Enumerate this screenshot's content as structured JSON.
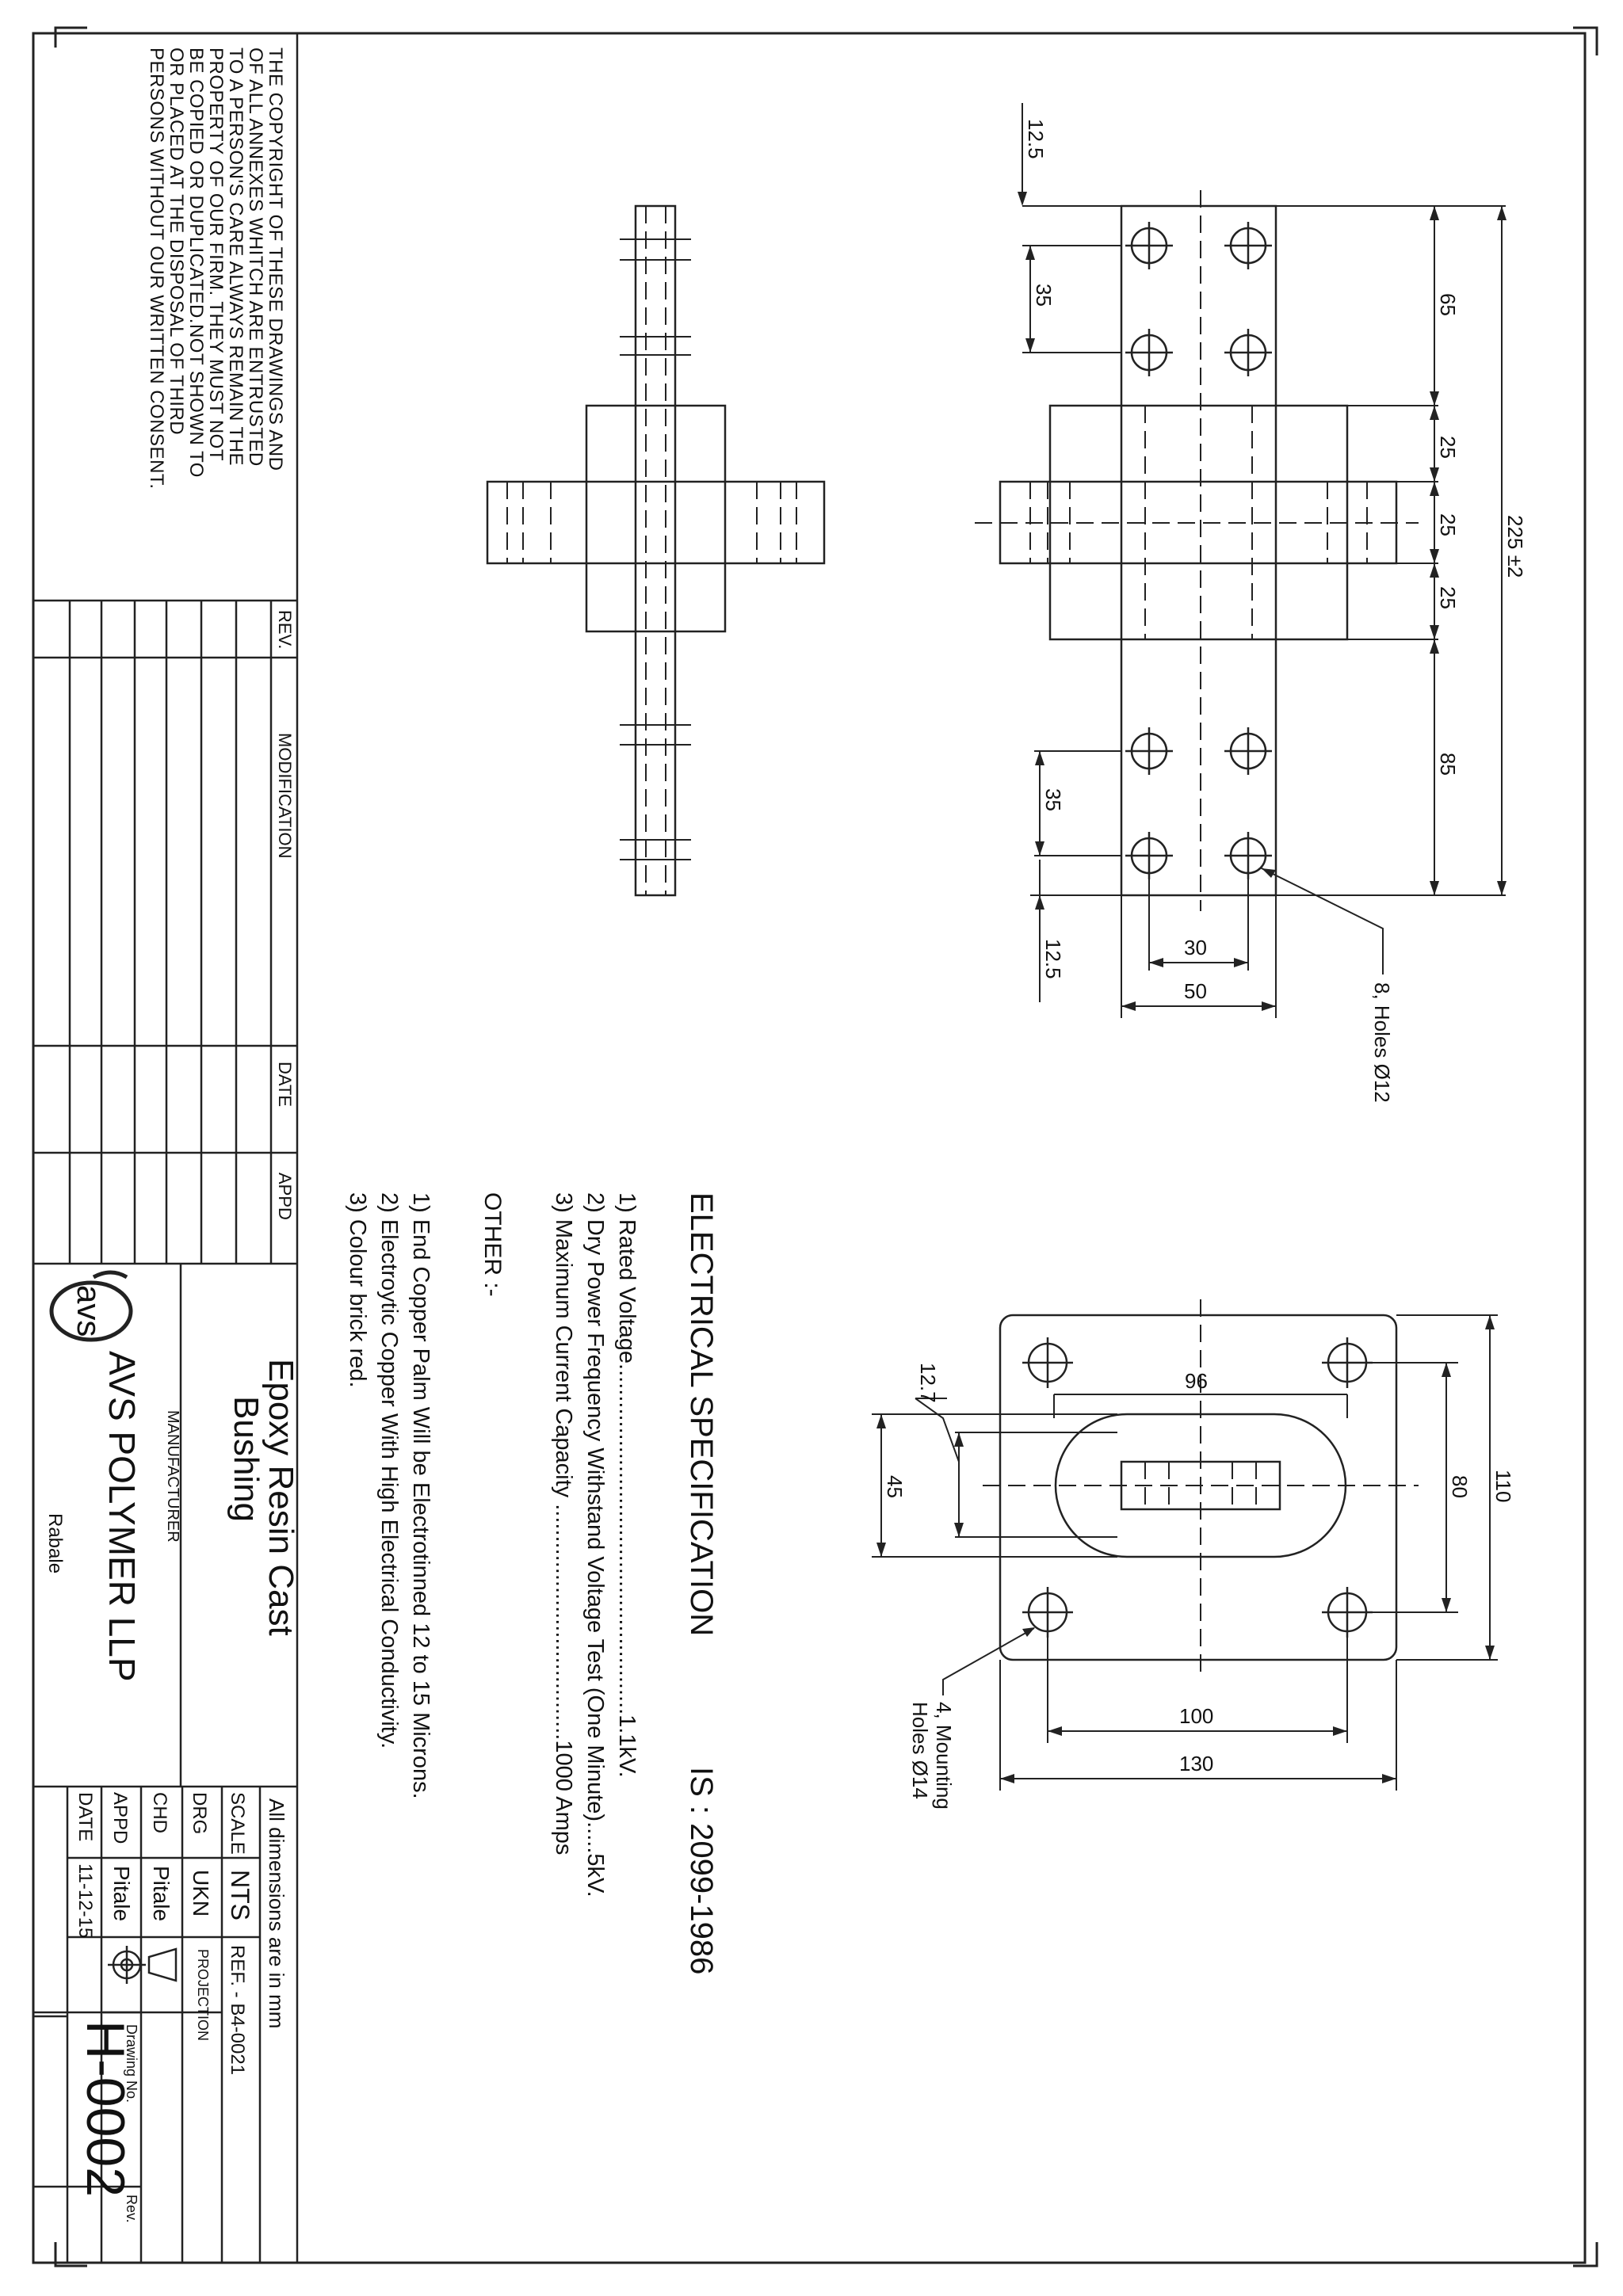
{
  "copyright": {
    "lines": [
      "THE COPYRIGHT OF THESE DRAWINGS AND",
      "OF ALL  ANNEXES WHITCH ARE ENTRUSTED",
      "TO A PERSON'S CARE ALWAYS REMAIN THE",
      "PROPERTY OF OUR FIRM. THEY MUST NOT",
      "BE COPIED OR DUPLICATED.NOT SHOWN TO",
      "OR PLACED AT THE DISPOSAL OF THIRD",
      "PERSONS WITHOUT OUR WRITTEN CONSENT."
    ]
  },
  "revision_table": {
    "rev": "REV.",
    "modification": "MODIFICATION",
    "date": "DATE",
    "appd": "APPD"
  },
  "title_block": {
    "title_line1": "Epoxy Resin Cast",
    "title_line2": "Bushing",
    "manufacturer_label": "MANUFACTURER",
    "logo_text": "avs",
    "company": "AVS POLYMER LLP",
    "location": "Rabale",
    "dimensions_note": "All dimensions are in mm",
    "scale_label": "SCALE",
    "scale_value": "NTS",
    "ref": "REF. - B4-0021",
    "drg_label": "DRG",
    "drg_value": "UKN",
    "projection_label": "PROJECTION",
    "chd_label": "CHD",
    "chd_value": "Pitale",
    "appd_label": "APPD",
    "appd_value": "Pitale",
    "drawing_no_label": "Drawing No.",
    "rev_label": "Rev.",
    "date_label": "DATE",
    "date_value": "11-12-15",
    "drawing_no": "H-0002"
  },
  "specification": {
    "heading": "ELECTRICAL SPECIFICATION",
    "standard": "IS : 2099-1986",
    "items": [
      "1) Rated Voltage.......................................................1.1kV.",
      "2) Dry Power Frequency Withstand Voltage Test (One Minute).....5kV.",
      "3) Maximum Current Capacity .....................................1000 Amps"
    ],
    "other_heading": "OTHER :-",
    "other_items": [
      "1) End Copper Palm Will be Electrotinned 12 to 15 Microns.",
      "2) Electroytic Copper With High Electrical Conductivity.",
      "3) Colour brick red."
    ]
  },
  "front_view": {
    "dims": {
      "top_margin": "12.5",
      "top_pitch": "35",
      "seg_65": "65",
      "seg_25a": "25",
      "seg_25b": "25",
      "seg_25c": "25",
      "seg_85": "85",
      "overall": "225 ±2",
      "bottom_pitch": "35",
      "bottom_margin": "12.5",
      "hole_pitch": "30",
      "width": "50"
    },
    "holes_note": "8, Holes Ø12"
  },
  "end_view": {
    "dims": {
      "d96": "96",
      "d12_7": "12.7",
      "d45": "45",
      "d80": "80",
      "d110": "110",
      "d100": "100",
      "d130": "130"
    },
    "holes_note_line1": "4, Mounting",
    "holes_note_line2": "Holes Ø14"
  }
}
